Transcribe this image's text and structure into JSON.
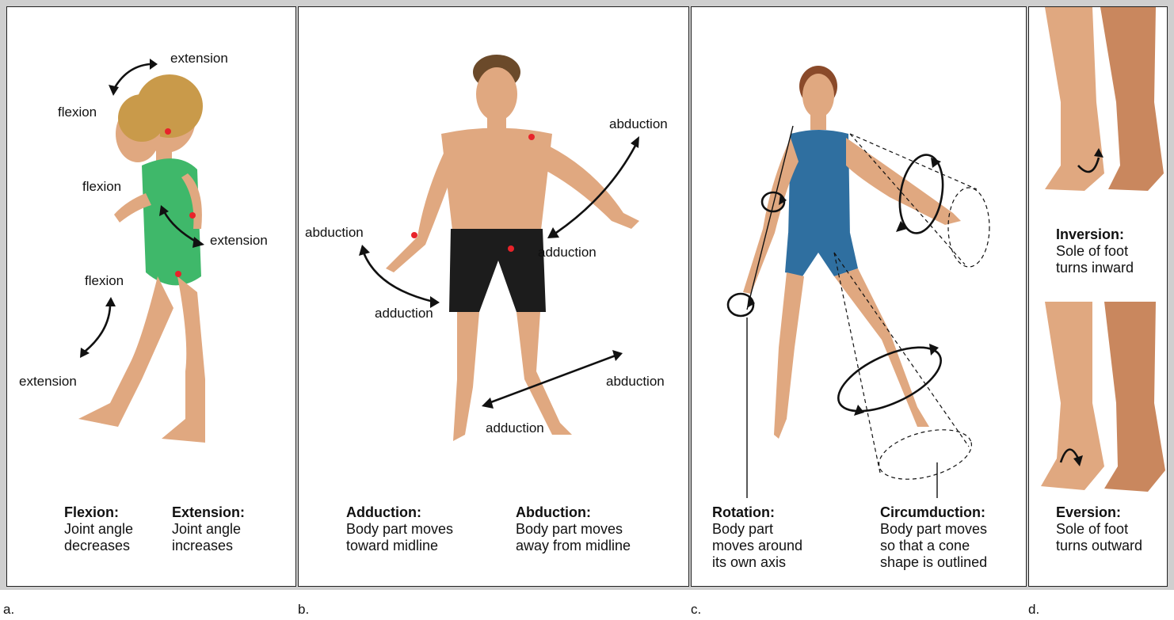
{
  "panels": {
    "a": {
      "letter": "a.",
      "labels": {
        "extension_top": "extension",
        "flexion_head": "flexion",
        "flexion_elbow": "flexion",
        "extension_elbow": "extension",
        "flexion_knee": "flexion",
        "extension_knee": "extension"
      },
      "caption_left": {
        "title": "Flexion:",
        "line1": "Joint angle",
        "line2": "decreases"
      },
      "caption_right": {
        "title": "Extension:",
        "line1": "Joint angle",
        "line2": "increases"
      }
    },
    "b": {
      "letter": "b.",
      "labels": {
        "abduction_arm": "abduction",
        "adduction_arm": "adduction",
        "abduction_hand": "abduction",
        "adduction_hand": "adduction",
        "abduction_leg": "abduction",
        "adduction_leg": "adduction"
      },
      "caption_left": {
        "title": "Adduction:",
        "line1": "Body part moves",
        "line2": "toward midline"
      },
      "caption_right": {
        "title": "Abduction:",
        "line1": "Body part moves",
        "line2": "away from midline"
      }
    },
    "c": {
      "letter": "c.",
      "caption_left": {
        "title": "Rotation:",
        "line1": "Body part",
        "line2": "moves around",
        "line3": "its own axis"
      },
      "caption_right": {
        "title": "Circumduction:",
        "line1": "Body part moves",
        "line2": "so that a cone",
        "line3": "shape is outlined"
      }
    },
    "d": {
      "letter": "d.",
      "inversion": {
        "title": "Inversion:",
        "line1": "Sole of foot",
        "line2": "turns inward"
      },
      "eversion": {
        "title": "Eversion:",
        "line1": "Sole of foot",
        "line2": "turns outward"
      }
    }
  },
  "colors": {
    "joint_dot": "#e8232a",
    "skin": "#e0a880",
    "swimsuit_green": "#3fb86a",
    "shorts_black": "#1c1c1c",
    "swimsuit_blue": "#2f6fa0"
  }
}
